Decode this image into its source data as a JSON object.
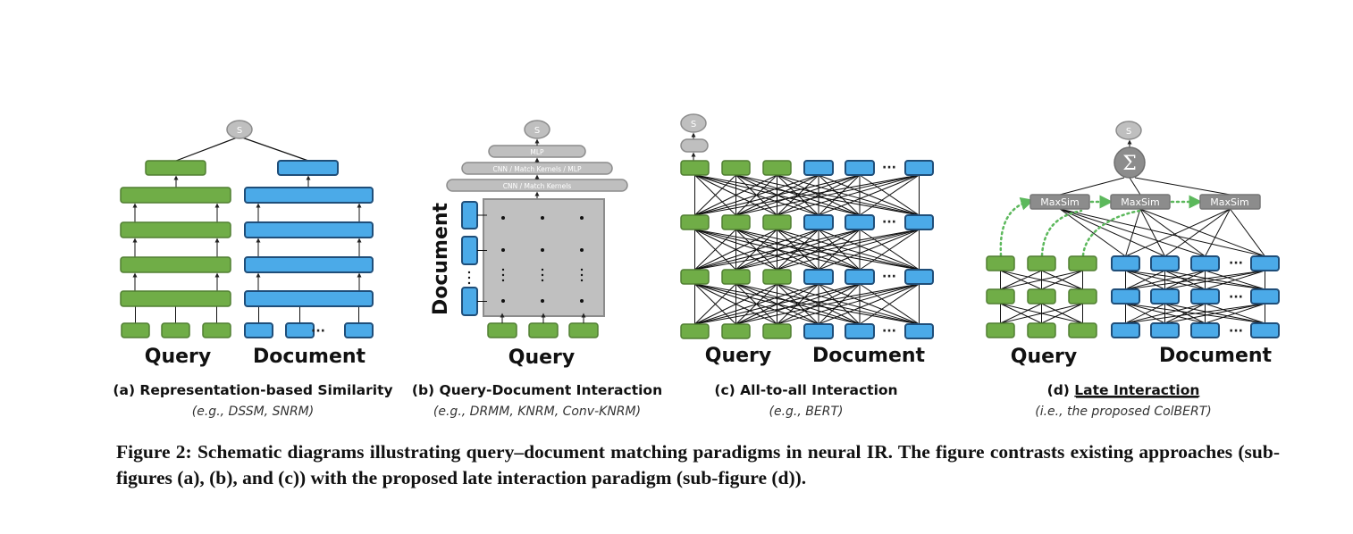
{
  "colors": {
    "query_fill": "#70AD47",
    "query_stroke": "#507E32",
    "doc_fill": "#4BAAE8",
    "doc_stroke": "#1F4E79",
    "gray_fill": "#BFBFBF",
    "gray_stroke": "#8C8C8C",
    "dark_gray_fill": "#8C8C8C",
    "maxsim_fill": "#8C8C8C",
    "dotted_arrow": "#5CB85C"
  },
  "panels": {
    "a": {
      "score_label": "S",
      "query_label": "Query",
      "doc_label": "Document",
      "title": "(a) Representation-based Similarity",
      "examples": "(e.g., DSSM, SNRM)",
      "ellipsis": "···"
    },
    "b": {
      "score_label": "S",
      "layers": [
        "MLP",
        "CNN  /  Match Kernels / MLP",
        "CNN  /  Match Kernels"
      ],
      "query_label": "Query",
      "doc_label": "Document",
      "title": "(b) Query-Document Interaction",
      "examples": "(e.g., DRMM, KNRM, Conv-KNRM)"
    },
    "c": {
      "score_label": "S",
      "query_label": "Query",
      "doc_label": "Document",
      "title": "(c) All-to-all Interaction",
      "examples": "(e.g., BERT)",
      "ellipsis": "···"
    },
    "d": {
      "score_label": "S",
      "sum_symbol": "Σ",
      "maxsim_labels": [
        "MaxSim",
        "MaxSim",
        "MaxSim"
      ],
      "query_label": "Query",
      "doc_label": "Document",
      "title_prefix": "(d) ",
      "title_underlined": "Late Interaction",
      "examples": "(i.e., the proposed ColBERT)",
      "ellipsis": "···"
    }
  },
  "caption": "Figure 2: Schematic diagrams illustrating query–document matching paradigms in neural IR. The figure contrasts existing approaches (sub-figures (a), (b), and (c)) with the proposed late interaction paradigm (sub-figure (d))."
}
